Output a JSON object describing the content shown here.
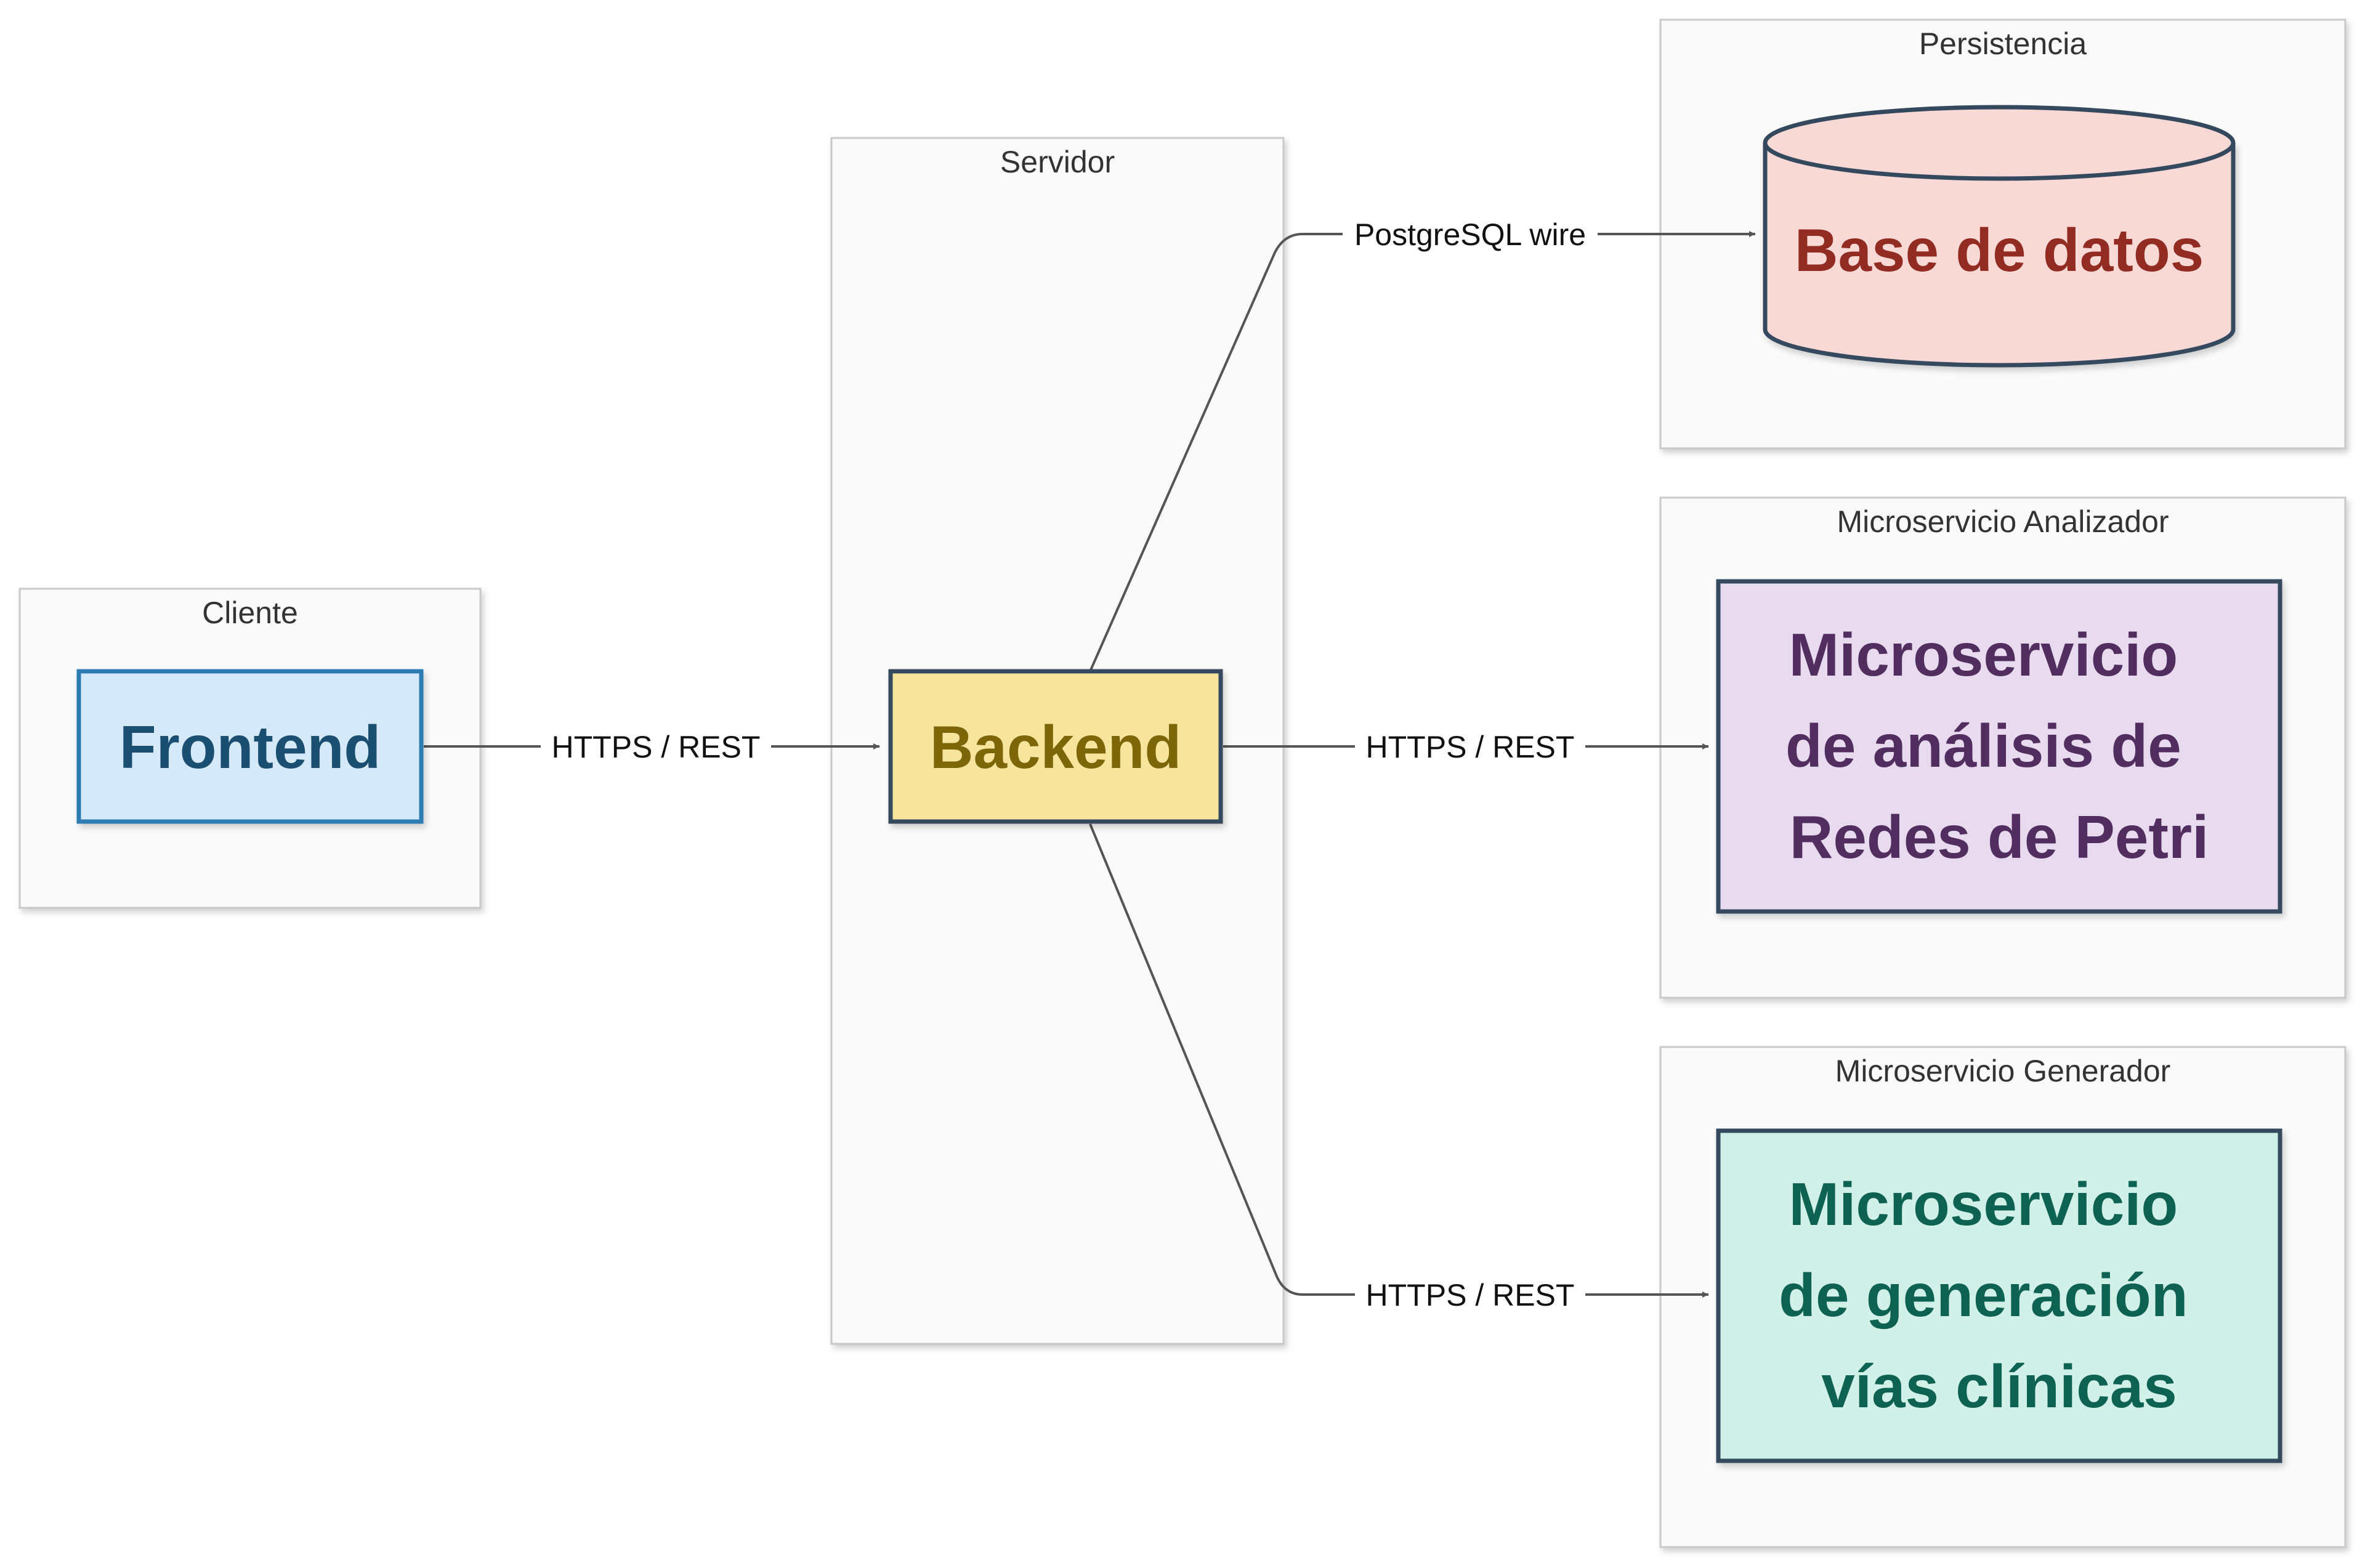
{
  "groups": {
    "cliente": {
      "title": "Cliente"
    },
    "servidor": {
      "title": "Servidor"
    },
    "persistencia": {
      "title": "Persistencia"
    },
    "analizador": {
      "title": "Microservicio Analizador"
    },
    "generador": {
      "title": "Microservicio Generador"
    }
  },
  "nodes": {
    "frontend": {
      "label": "Frontend",
      "fill": "#d6e9f8",
      "stroke": "#2e7bb4",
      "text_color": "#1b4f72"
    },
    "backend": {
      "label": "Backend",
      "fill": "#f8e59d",
      "stroke": "#34495e",
      "text_color": "#7d6608"
    },
    "database": {
      "label": "Base de datos",
      "fill": "#f9d9d6",
      "stroke": "#34495e",
      "text_color": "#922b21"
    },
    "analyzer": {
      "lines": [
        "Microservicio",
        "de análisis de",
        "Redes de Petri"
      ],
      "fill": "#e8daef",
      "stroke": "#34495e",
      "text_color": "#512e5f"
    },
    "generator": {
      "lines": [
        "Microservicio",
        "de generación",
        "vías clínicas"
      ],
      "fill": "#d0f0e8",
      "stroke": "#34495e",
      "text_color": "#0e6251"
    }
  },
  "edges": {
    "frontend_backend": {
      "label": "HTTPS / REST"
    },
    "backend_database": {
      "label": "PostgreSQL wire"
    },
    "backend_analyzer": {
      "label": "HTTPS / REST"
    },
    "backend_generator": {
      "label": "HTTPS / REST"
    }
  }
}
